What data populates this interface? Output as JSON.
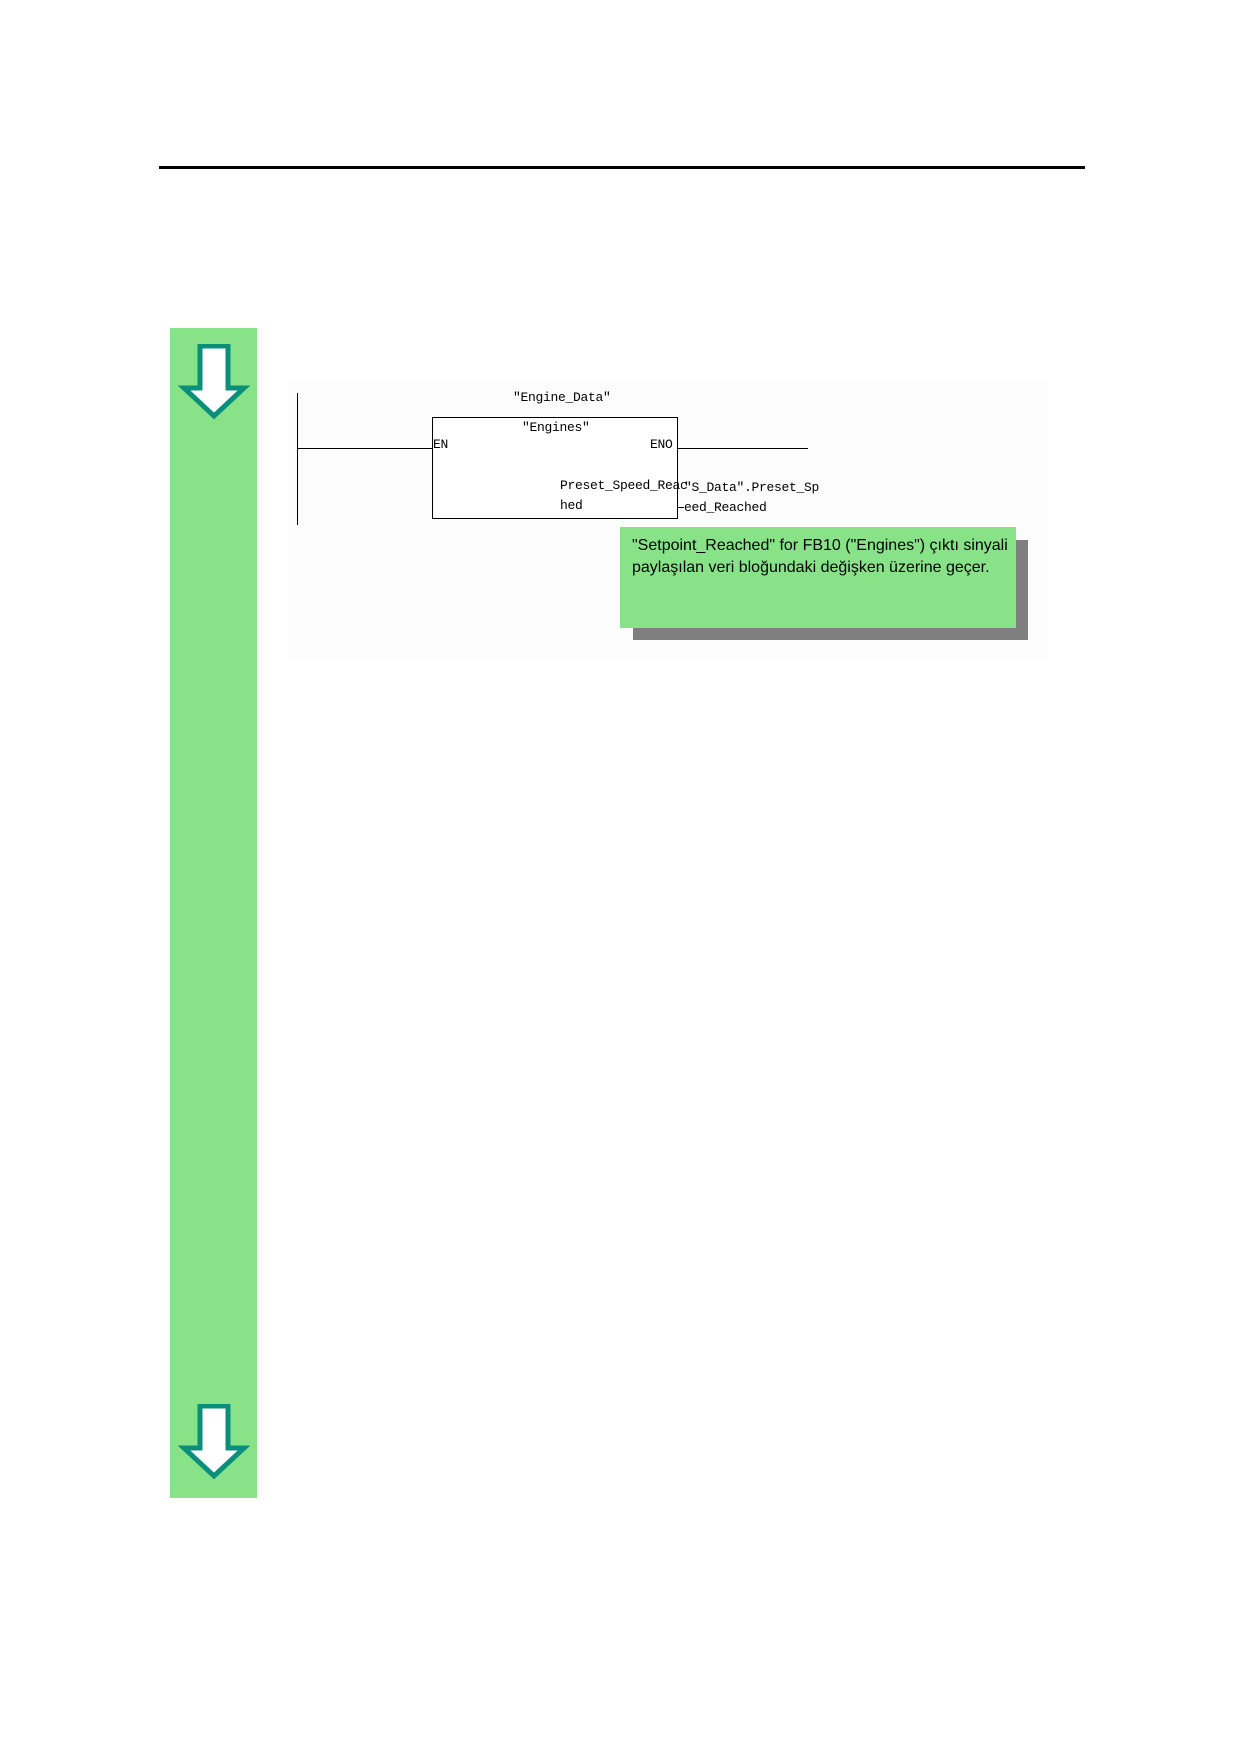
{
  "diagram": {
    "instance_label": "\"Engine_Data\"",
    "block_label": "\"Engines\"",
    "en_label": "EN",
    "eno_label": "ENO",
    "output_param_line1": "Preset_Speed_Reac",
    "output_param_line2": "hed",
    "output_operand_line1": "\"S_Data\".Preset_Sp",
    "output_operand_line2": "eed_Reached"
  },
  "callout": {
    "text": "\"Setpoint_Reached\" for FB10 (\"Engines\") çıktı sinyali paylaşılan veri bloğundaki değişken üzerine geçer."
  },
  "colors": {
    "sidebar": "#88e288",
    "callout_shadow": "#7f7f7f",
    "arrow_fill": "#ffffff",
    "arrow_stroke": "#0a8f7a"
  },
  "icons": {
    "top": "down-arrow-icon",
    "bottom": "down-arrow-icon"
  }
}
